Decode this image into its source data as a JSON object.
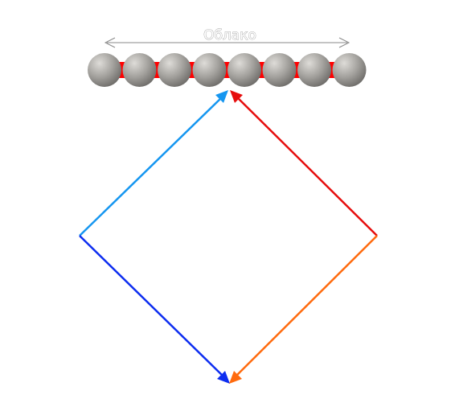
{
  "cloud": {
    "label": "Облако",
    "particle_count": 8,
    "bond_color": "#ff0000",
    "particle_color": "#9e9c98"
  },
  "arrows": [
    {
      "name": "left-to-top-arrow",
      "color": "#1596f0"
    },
    {
      "name": "right-to-top-arrow",
      "color": "#e60d0d"
    },
    {
      "name": "left-to-bottom-arrow",
      "color": "#0d2df0"
    },
    {
      "name": "right-to-bottom-arrow",
      "color": "#ff6a0d"
    }
  ],
  "span_arrow_color": "#8a8a8a"
}
